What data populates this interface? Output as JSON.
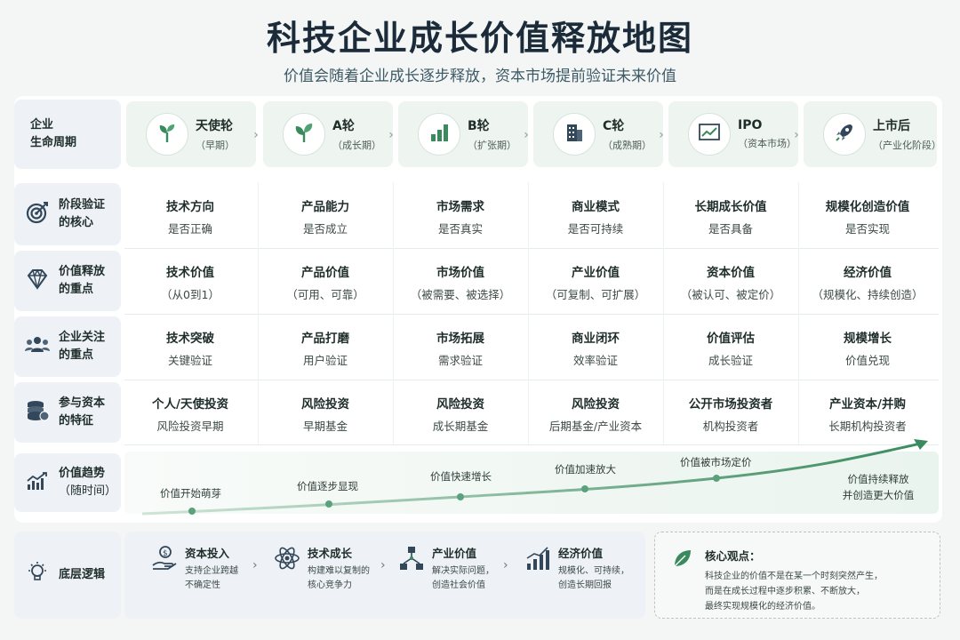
{
  "title": "科技企业成长价值释放地图",
  "subtitle": "价值会随着企业成长逐步释放，资本市场提前验证未来价值",
  "lifecycle": {
    "label_l1": "企业",
    "label_l2": "生命周期"
  },
  "stages": [
    {
      "name": "天使轮",
      "phase": "（早期）",
      "icon": "sprout-icon"
    },
    {
      "name": "A轮",
      "phase": "（成长期）",
      "icon": "leaves-icon"
    },
    {
      "name": "B轮",
      "phase": "（扩张期）",
      "icon": "bar-chart-icon"
    },
    {
      "name": "C轮",
      "phase": "（成熟期）",
      "icon": "building-icon"
    },
    {
      "name": "IPO",
      "phase": "（资本市场）",
      "icon": "line-chart-icon"
    },
    {
      "name": "上市后",
      "phase": "（产业化阶段）",
      "icon": "rocket-icon"
    }
  ],
  "rows": [
    {
      "label_l1": "阶段验证",
      "label_l2": "的核心",
      "icon": "target-icon",
      "cells": [
        {
          "a": "技术方向",
          "b": "是否正确"
        },
        {
          "a": "产品能力",
          "b": "是否成立"
        },
        {
          "a": "市场需求",
          "b": "是否真实"
        },
        {
          "a": "商业模式",
          "b": "是否可持续"
        },
        {
          "a": "长期成长价值",
          "b": "是否具备"
        },
        {
          "a": "规模化创造价值",
          "b": "是否实现"
        }
      ]
    },
    {
      "label_l1": "价值释放",
      "label_l2": "的重点",
      "icon": "diamond-icon",
      "cells": [
        {
          "a": "技术价值",
          "b": "（从0到1）"
        },
        {
          "a": "产品价值",
          "b": "（可用、可靠）"
        },
        {
          "a": "市场价值",
          "b": "（被需要、被选择）"
        },
        {
          "a": "产业价值",
          "b": "（可复制、可扩展）"
        },
        {
          "a": "资本价值",
          "b": "（被认可、被定价）"
        },
        {
          "a": "经济价值",
          "b": "（规模化、持续创造）"
        }
      ]
    },
    {
      "label_l1": "企业关注",
      "label_l2": "的重点",
      "icon": "people-icon",
      "cells": [
        {
          "a": "技术突破",
          "b": "关键验证"
        },
        {
          "a": "产品打磨",
          "b": "用户验证"
        },
        {
          "a": "市场拓展",
          "b": "需求验证"
        },
        {
          "a": "商业闭环",
          "b": "效率验证"
        },
        {
          "a": "价值评估",
          "b": "成长验证"
        },
        {
          "a": "规模增长",
          "b": "价值兑现"
        }
      ]
    },
    {
      "label_l1": "参与资本",
      "label_l2": "的特征",
      "icon": "coins-icon",
      "cells": [
        {
          "a": "个人/天使投资",
          "b": "风险投资早期"
        },
        {
          "a": "风险投资",
          "b": "早期基金"
        },
        {
          "a": "风险投资",
          "b": "成长期基金"
        },
        {
          "a": "风险投资",
          "b": "后期基金/产业资本"
        },
        {
          "a": "公开市场投资者",
          "b": "机构投资者"
        },
        {
          "a": "产业资本/并购",
          "b": "长期机构投资者"
        }
      ]
    }
  ],
  "trend": {
    "label_l1": "价值趋势",
    "label_l2": "（随时间）",
    "icon": "trend-icon",
    "points": [
      "价值开始萌芽",
      "价值逐步显现",
      "价值快速增长",
      "价值加速放大",
      "价值被市场定价"
    ],
    "end_l1": "价值持续释放",
    "end_l2": "并创造更大价值",
    "line_color": "#5aa27c"
  },
  "logic": {
    "label": "底层逻辑",
    "icon": "bulb-icon",
    "items": [
      {
        "title": "资本投入",
        "d1": "支持企业跨越",
        "d2": "不确定性",
        "icon": "money-hand-icon"
      },
      {
        "title": "技术成长",
        "d1": "构建难以复制的",
        "d2": "核心竞争力",
        "icon": "atom-icon"
      },
      {
        "title": "产业价值",
        "d1": "解决实际问题，",
        "d2": "创造社会价值",
        "icon": "network-icon"
      },
      {
        "title": "经济价值",
        "d1": "规模化、可持续，",
        "d2": "创造长期回报",
        "icon": "growth-chart-icon"
      }
    ]
  },
  "core": {
    "title": "核心观点：",
    "icon": "leaf-icon",
    "lines": [
      "科技企业的价值不是在某一个时刻突然产生，",
      "而是在成长过程中逐步积累、不断放大，",
      "最终实现规模化的经济价值。"
    ]
  },
  "colors": {
    "accent": "#3a8a5e",
    "icon_dark": "#33475b"
  }
}
